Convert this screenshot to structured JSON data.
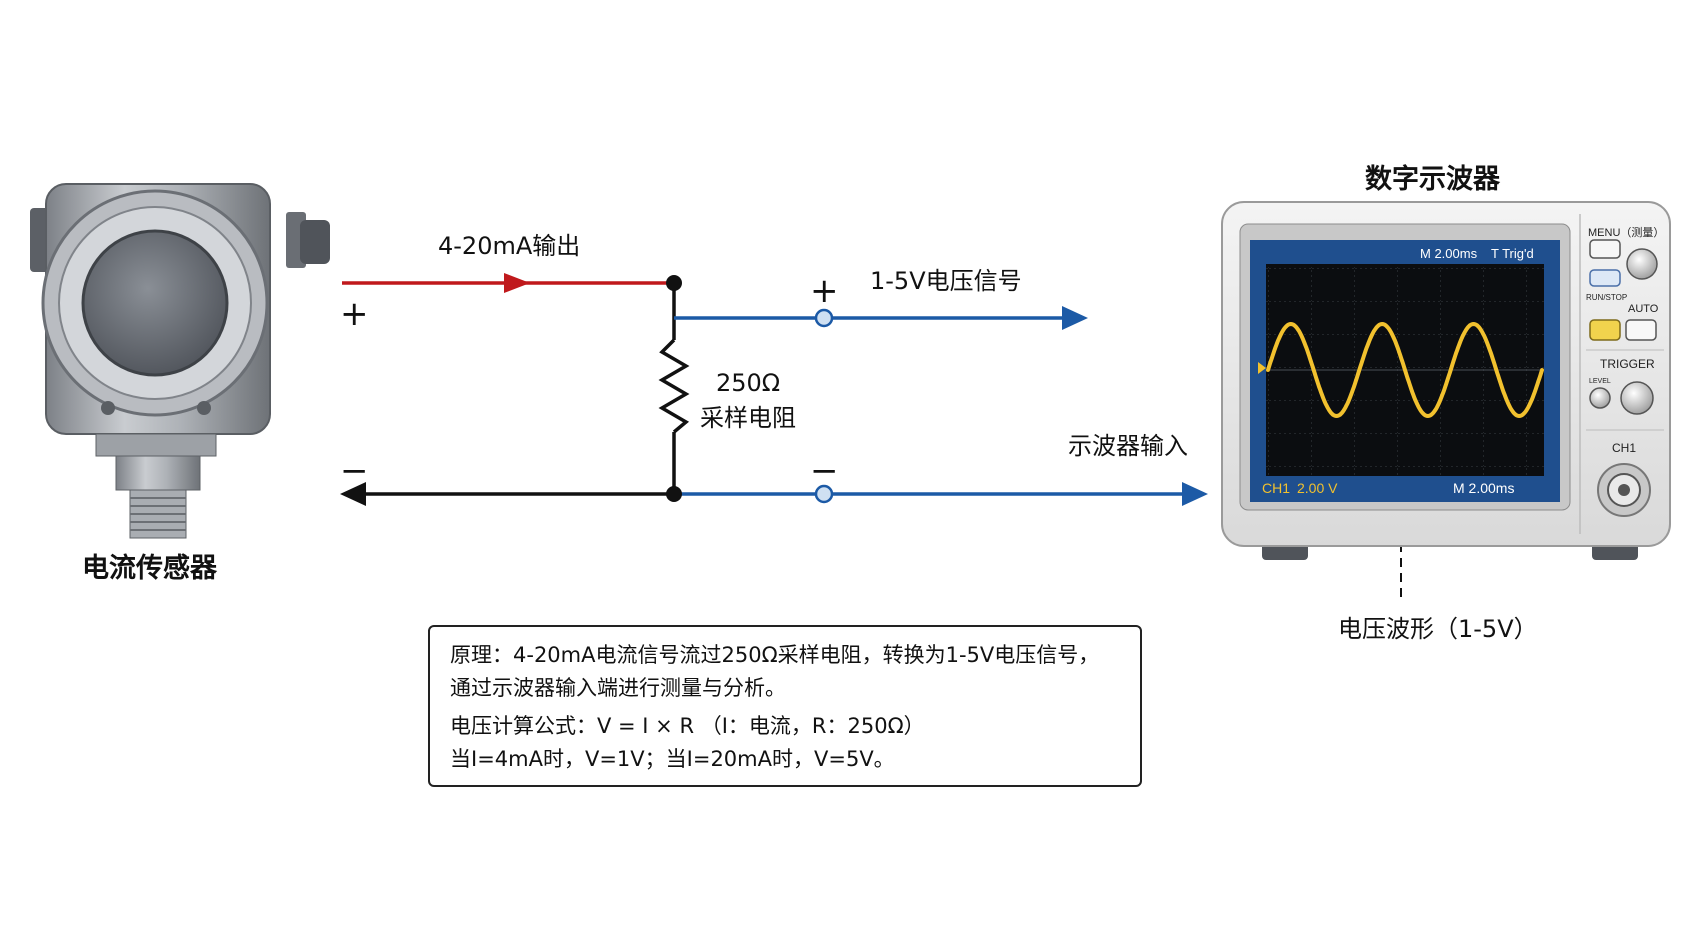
{
  "sensor": {
    "label": "电流传感器"
  },
  "scope": {
    "title": "数字示波器",
    "menu_label": "MENU（测量）",
    "runstop_label": "RUN/STOP",
    "auto_label": "AUTO",
    "trigger_label": "TRIGGER",
    "level_label": "LEVEL",
    "channel_label": "CH1",
    "screen": {
      "timebase_top": "M 2.00ms",
      "trig_status": "T Trig'd",
      "channel": "CH1",
      "volts_div": "2.00 V",
      "timebase_bottom": "M 2.00ms"
    },
    "trace_color": "#f2c12e"
  },
  "circuit": {
    "output_label": "4-20mA输出",
    "plus_left": "+",
    "minus_left": "−",
    "plus_right": "+",
    "minus_right": "−",
    "resistor_value": "250Ω",
    "resistor_name": "采样电阻",
    "signal_label": "1-5V电压信号",
    "scope_input_label": "示波器输入",
    "waveform_label": "电压波形（1-5V）",
    "red_wire_color": "#c0191c",
    "blue_wire_color": "#1c5aa6"
  },
  "note": {
    "line1": "原理：4-20mA电流信号流过250Ω采样电阻，转换为1-5V电压信号，",
    "line2": "通过示波器输入端进行测量与分析。",
    "line3": "电压计算公式：V = I × R    （I：电流，R：250Ω）",
    "line4": "当I=4mA时，V=1V；当I=20mA时，V=5V。"
  }
}
